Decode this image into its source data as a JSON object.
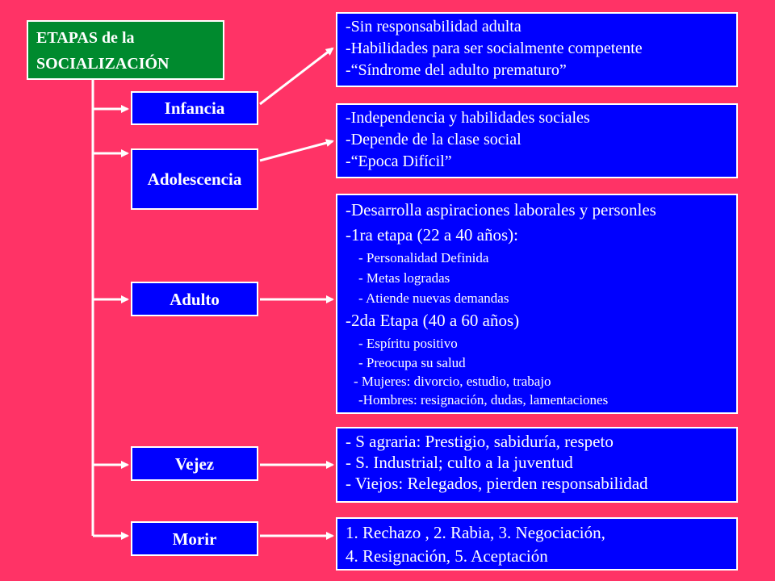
{
  "title": [
    "ETAPAS de la",
    "SOCIALIZACIÓN"
  ],
  "stages": [
    {
      "label": "Infancia"
    },
    {
      "label": "Adolescencia"
    },
    {
      "label": "Adulto"
    },
    {
      "label": "Vejez"
    },
    {
      "label": "Morir"
    }
  ],
  "descriptions": {
    "infancia": [
      "-Sin responsabilidad adulta",
      "-Habilidades para ser socialmente competente",
      "-“Síndrome del adulto prematuro”"
    ],
    "adolescencia": [
      "-Independencia y habilidades sociales",
      "-Depende de la clase social",
      "-“Epoca Difícil”"
    ],
    "adulto": [
      "-Desarrolla aspiraciones laborales y personles",
      "-1ra etapa (22 a 40 años):",
      "- Personalidad Definida",
      "- Metas logradas",
      "- Atiende nuevas demandas",
      "-2da Etapa (40 a 60 años)",
      "- Espíritu positivo",
      "- Preocupa su salud",
      "-  Mujeres: divorcio, estudio,  trabajo",
      "-Hombres: resignación, dudas, lamentaciones"
    ],
    "vejez": [
      "- S agraria: Prestigio, sabiduría, respeto",
      "- S. Industrial; culto a la juventud",
      "- Viejos: Relegados, pierden responsabilidad"
    ],
    "morir": [
      "1. Rechazo , 2. Rabia, 3. Negociación,",
      "4. Resignación, 5. Aceptación"
    ]
  }
}
